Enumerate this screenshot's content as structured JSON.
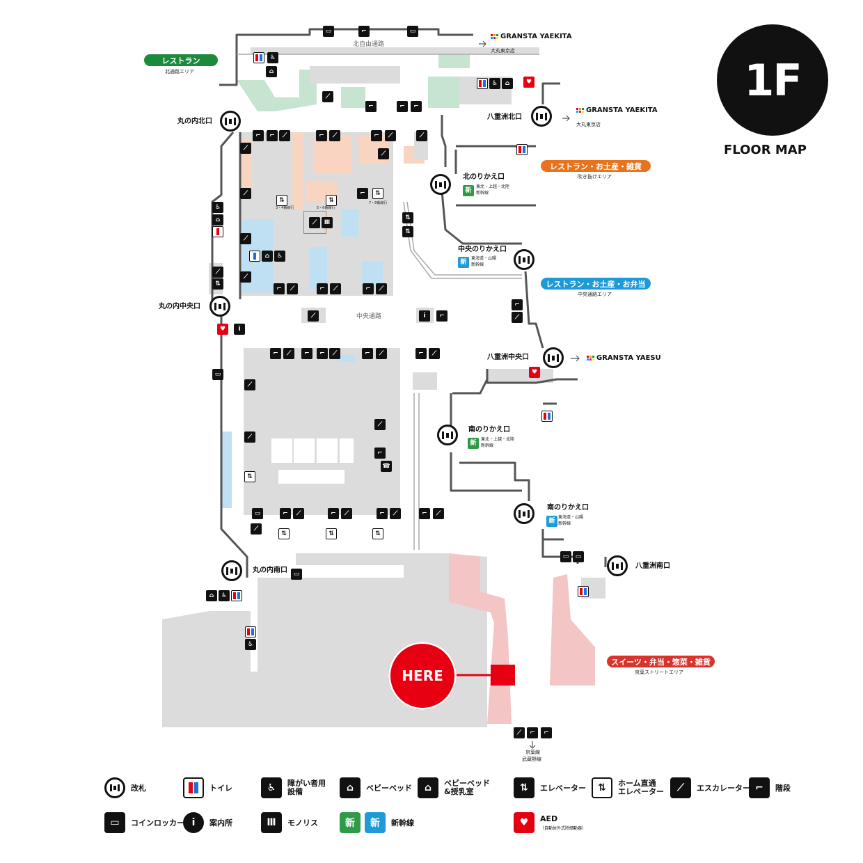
{
  "badge": {
    "floor": "1F",
    "caption": "FLOOR MAP"
  },
  "here": "HERE",
  "corridors": {
    "north": "北自由通路",
    "central": "中央通路"
  },
  "areas": [
    {
      "key": "restaurant-north",
      "label": "レストラン",
      "sub": "北通路エリア",
      "color": "#1b8a3a"
    },
    {
      "key": "fukinuke",
      "label": "レストラン・お土産・雑貨",
      "sub": "吹き抜けエリア",
      "color": "#e8731c"
    },
    {
      "key": "central",
      "label": "レストラン・お土産・お弁当",
      "sub": "中央通路エリア",
      "color": "#1e9ad6"
    },
    {
      "key": "keiyo",
      "label": "スイーツ・弁当・惣菜・雑貨",
      "sub": "京葉ストリートエリア",
      "color": "#d9342b"
    }
  ],
  "gates": {
    "maru_north": "丸の内北口",
    "maru_central": "丸の内中央口",
    "maru_south": "丸の内南口",
    "yae_north": "八重洲北口",
    "yae_central": "八重洲中央口",
    "yae_south": "八重洲南口",
    "north_transfer": "北のりかえ口",
    "central_transfer": "中央のりかえ口",
    "south_transfer_1": "南のりかえ口",
    "south_transfer_2": "南のりかえ口"
  },
  "gate_subs": {
    "north_transfer": [
      "東北・上越・北陸",
      "新幹線"
    ],
    "central_transfer": [
      "東海道・山陽",
      "新幹線"
    ],
    "south_transfer_1": [
      "東北・上越・北陸",
      "新幹線"
    ],
    "south_transfer_2": [
      "東海道・山陽",
      "新幹線"
    ]
  },
  "links": {
    "granstayaekita_1": "GRANSTA YAEKITA",
    "daimaru_1": "大丸東京店",
    "granstayaekita_2": "GRANSTA YAEKITA",
    "daimaru_2": "大丸東京店",
    "granstayaesu": "GRANSTA YAESU",
    "keiyo_line": "京葉線",
    "musashino_line": "武蔵野線",
    "platform_1": "3・4番線行",
    "platform_2": "5・6番線行",
    "platform_3": "7・8番線行"
  },
  "legend": [
    {
      "icon": "gate-icon",
      "label": "改札"
    },
    {
      "icon": "toilet-icon",
      "label": "トイレ"
    },
    {
      "icon": "accessible-toilet-icon",
      "label": "障がい者用\n設備"
    },
    {
      "icon": "baby-bed-icon",
      "label": "ベビーベッド"
    },
    {
      "icon": "nursing-room-icon",
      "label": "ベビーベッド\n&授乳室"
    },
    {
      "icon": "elevator-icon",
      "label": "エレベーター"
    },
    {
      "icon": "platform-elevator-icon",
      "label": "ホーム直通\nエレベーター"
    },
    {
      "icon": "escalator-icon",
      "label": "エスカレーター"
    },
    {
      "icon": "stairs-icon",
      "label": "階段"
    },
    {
      "icon": "coin-locker-icon",
      "label": "コインロッカー"
    },
    {
      "icon": "info-icon",
      "label": "案内所"
    },
    {
      "icon": "monolith-icon",
      "label": "モノリス"
    },
    {
      "icon": "shinkansen-icon",
      "label": "新幹線"
    },
    {
      "icon": "aed-icon",
      "label": "AED"
    }
  ],
  "aed_sub": "（自動体外式除細動器）",
  "colors": {
    "restaurant": "#1b8a3a",
    "fukinuke": "#e8731c",
    "central": "#1e9ad6",
    "keiyo": "#d9342b",
    "here": "#e60012"
  }
}
